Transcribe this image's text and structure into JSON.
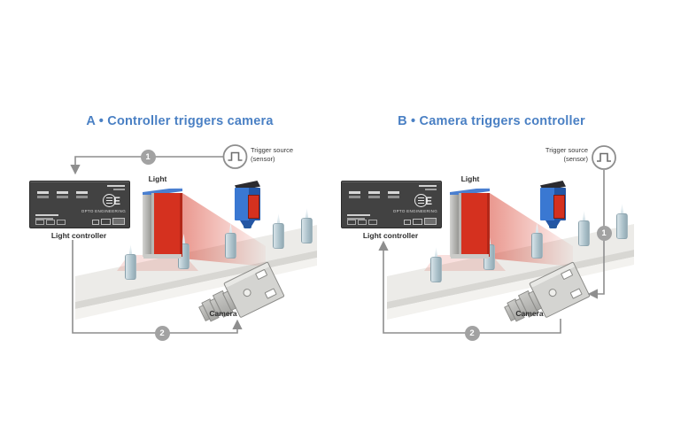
{
  "colors": {
    "title_blue": "#4a80c4",
    "accent_red": "#d5311f",
    "sensor_blue": "#2e6ec6",
    "light_top_blue": "#4a7fd0",
    "line_gray": "#8e8e8e",
    "badge_gray": "#a2a2a2",
    "controller_body": "#424242",
    "conveyor_top": "#ecebe8"
  },
  "panels": [
    {
      "id": "A",
      "title": "A • Controller triggers camera",
      "trigger_label_line1": "Trigger source",
      "trigger_label_line2": "(sensor)",
      "light_label": "Light",
      "controller_label": "Light controller",
      "controller_brand": "OPTO ENGINEERING",
      "camera_label": "Camera",
      "step1": "1",
      "step2": "2"
    },
    {
      "id": "B",
      "title": "B • Camera triggers controller",
      "trigger_label_line1": "Trigger source",
      "trigger_label_line2": "(sensor)",
      "light_label": "Light",
      "controller_label": "Light controller",
      "controller_brand": "OPTO ENGINEERING",
      "camera_label": "Camera",
      "step1": "1",
      "step2": "2"
    }
  ]
}
